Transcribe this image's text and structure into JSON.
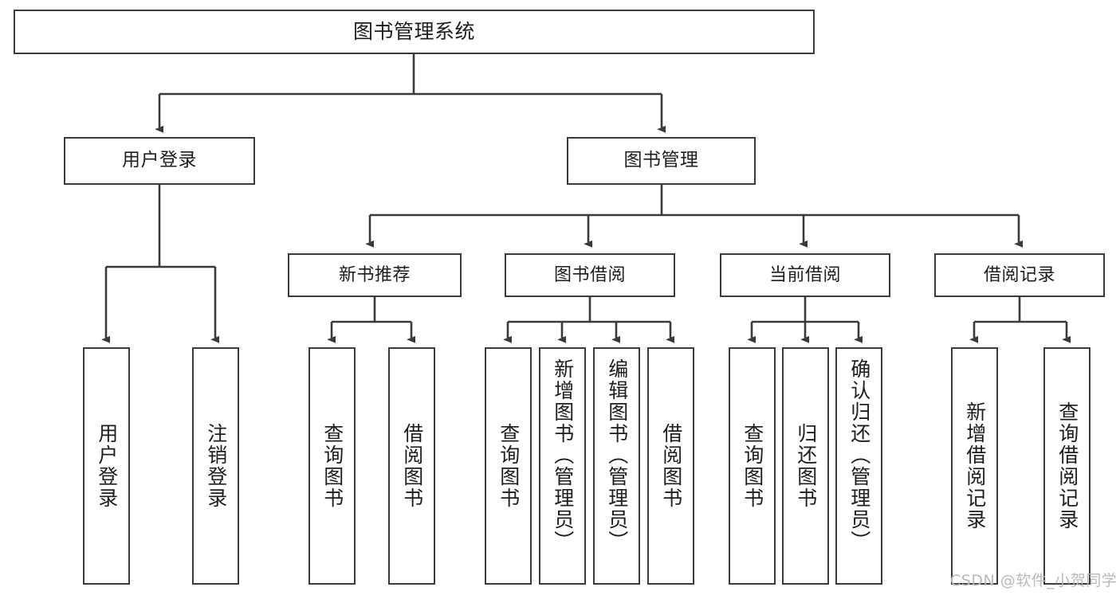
{
  "diagram": {
    "type": "tree-hierarchy-flowchart",
    "title": "图书管理系统",
    "watermark": "CSDN @软件_小贺同学",
    "colors": {
      "box_border": "#3a3a3a",
      "box_fill": "#ffffff",
      "connector": "#3a3a3a",
      "text": "#1d1d1d",
      "watermark": "#b9b9b9",
      "background": "#ffffff"
    },
    "root": {
      "label": "图书管理系统"
    },
    "tier2": [
      {
        "label": "用户登录"
      },
      {
        "label": "图书管理"
      }
    ],
    "tier3": [
      {
        "label": "新书推荐"
      },
      {
        "label": "图书借阅"
      },
      {
        "label": "当前借阅"
      },
      {
        "label": "借阅记录"
      }
    ],
    "leaves": {
      "user_login": [
        {
          "label": "用户登录"
        },
        {
          "label": "注销登录"
        }
      ],
      "new_book_recommend": [
        {
          "label": "查询图书"
        },
        {
          "label": "借阅图书"
        }
      ],
      "book_borrow": [
        {
          "label": "查询图书"
        },
        {
          "label": "新增图书（管理员）"
        },
        {
          "label": "编辑图书（管理员）"
        },
        {
          "label": "借阅图书"
        }
      ],
      "current_borrow": [
        {
          "label": "查询图书"
        },
        {
          "label": "归还图书"
        },
        {
          "label": "确认归还（管理员）"
        }
      ],
      "borrow_record": [
        {
          "label": "新增借阅记录"
        },
        {
          "label": "查询借阅记录"
        }
      ]
    }
  }
}
